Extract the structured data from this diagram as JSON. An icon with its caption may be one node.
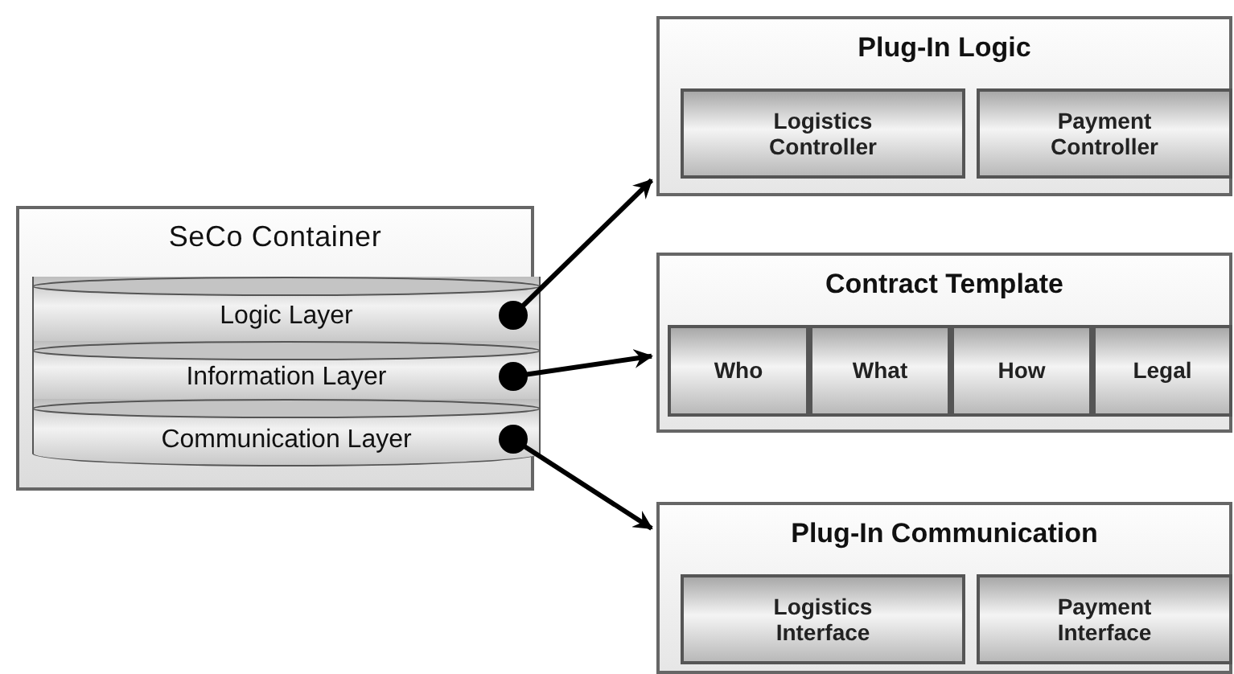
{
  "diagram": {
    "nodes": [
      {
        "text": [
          "SeCo Container"
        ]
      },
      {
        "text": [
          "Logic Layer"
        ],
        "in": 0
      },
      {
        "text": [
          "Information Layer"
        ],
        "in": 0
      },
      {
        "text": [
          "Communication Layer"
        ],
        "in": 0
      },
      {
        "text": [
          "Plug-In Logic"
        ]
      },
      {
        "text": [
          "Logistics Controller"
        ],
        "in": 4
      },
      {
        "text": [
          "Payment Controller"
        ],
        "in": 4
      },
      {
        "text": [
          "Contract Template"
        ]
      },
      {
        "text": [
          "Who"
        ],
        "in": 7
      },
      {
        "text": [
          "What"
        ],
        "in": 7
      },
      {
        "text": [
          "How"
        ],
        "in": 7
      },
      {
        "text": [
          "Legal"
        ],
        "in": 7
      },
      {
        "text": [
          "Plug-In Communication"
        ]
      },
      {
        "text": [
          "Logistics Interface"
        ],
        "in": 12
      },
      {
        "text": [
          "Payment Interface"
        ],
        "in": 12
      }
    ],
    "edges": [
      {
        "from": 1,
        "to": 4,
        "arrow": "to"
      },
      {
        "from": 2,
        "to": 7,
        "arrow": "to"
      },
      {
        "from": 3,
        "to": 12,
        "arrow": "to"
      }
    ]
  }
}
